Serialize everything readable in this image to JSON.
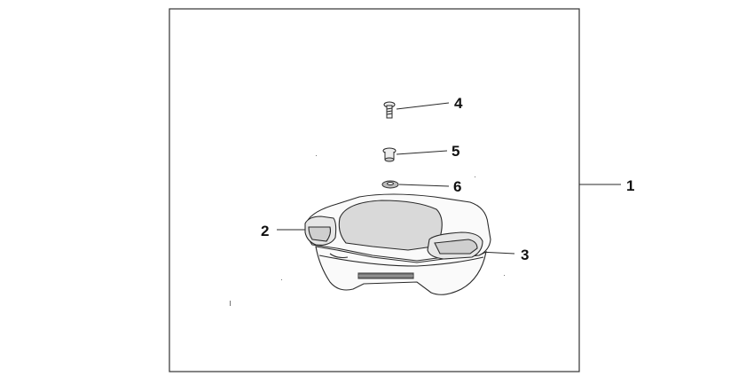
{
  "diagram": {
    "callouts": [
      {
        "id": "1",
        "label": "1"
      },
      {
        "id": "2",
        "label": "2"
      },
      {
        "id": "3",
        "label": "3"
      },
      {
        "id": "4",
        "label": "4"
      },
      {
        "id": "5",
        "label": "5"
      },
      {
        "id": "6",
        "label": "6"
      }
    ],
    "colors": {
      "line": "#2a2a2a",
      "frame": "#333333",
      "shade": "#cfcfcf",
      "dark": "#555555"
    }
  }
}
